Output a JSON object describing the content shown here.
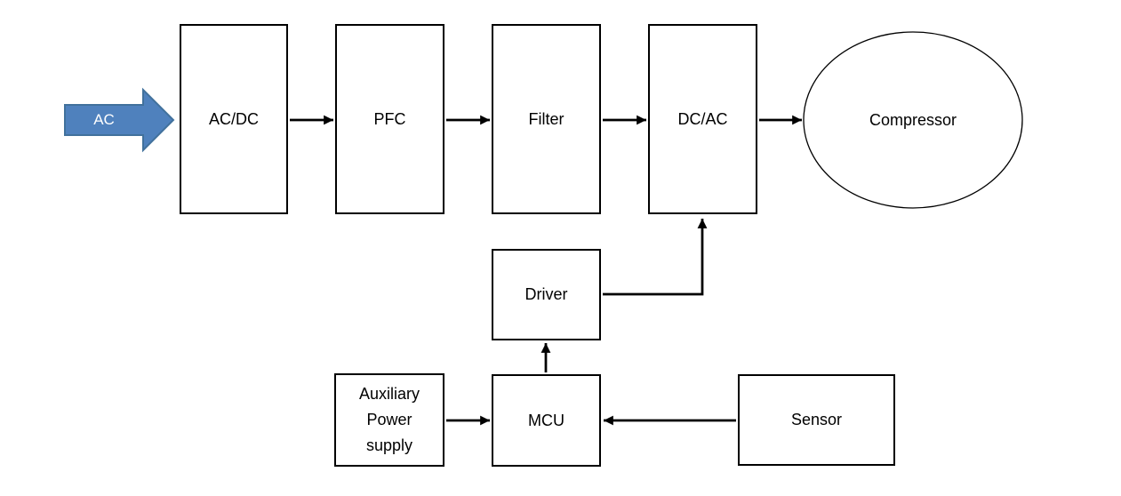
{
  "diagram": {
    "nodes": {
      "ac_input": {
        "label": "AC",
        "shape": "block-arrow"
      },
      "acdc": {
        "label": "AC/DC",
        "shape": "rect"
      },
      "pfc": {
        "label": "PFC",
        "shape": "rect"
      },
      "filter": {
        "label": "Filter",
        "shape": "rect"
      },
      "dcac": {
        "label": "DC/AC",
        "shape": "rect"
      },
      "compressor": {
        "label": "Compressor",
        "shape": "ellipse"
      },
      "driver": {
        "label": "Driver",
        "shape": "rect"
      },
      "mcu": {
        "label": "MCU",
        "shape": "rect"
      },
      "aux_power": {
        "label": "Auxiliary Power supply",
        "lines": [
          "Auxiliary",
          "Power",
          "supply"
        ],
        "shape": "rect"
      },
      "sensor": {
        "label": "Sensor",
        "shape": "rect"
      }
    },
    "edges": [
      {
        "from": "AC",
        "to": "AC/DC"
      },
      {
        "from": "AC/DC",
        "to": "PFC"
      },
      {
        "from": "PFC",
        "to": "Filter"
      },
      {
        "from": "Filter",
        "to": "DC/AC"
      },
      {
        "from": "DC/AC",
        "to": "Compressor"
      },
      {
        "from": "Driver",
        "to": "DC/AC"
      },
      {
        "from": "MCU",
        "to": "Driver"
      },
      {
        "from": "Auxiliary Power supply",
        "to": "MCU"
      },
      {
        "from": "Sensor",
        "to": "MCU"
      }
    ],
    "colors": {
      "ac_arrow_fill": "#4f81bd",
      "ac_arrow_border": "#41719c",
      "line_color": "#000000",
      "background": "#ffffff"
    }
  }
}
